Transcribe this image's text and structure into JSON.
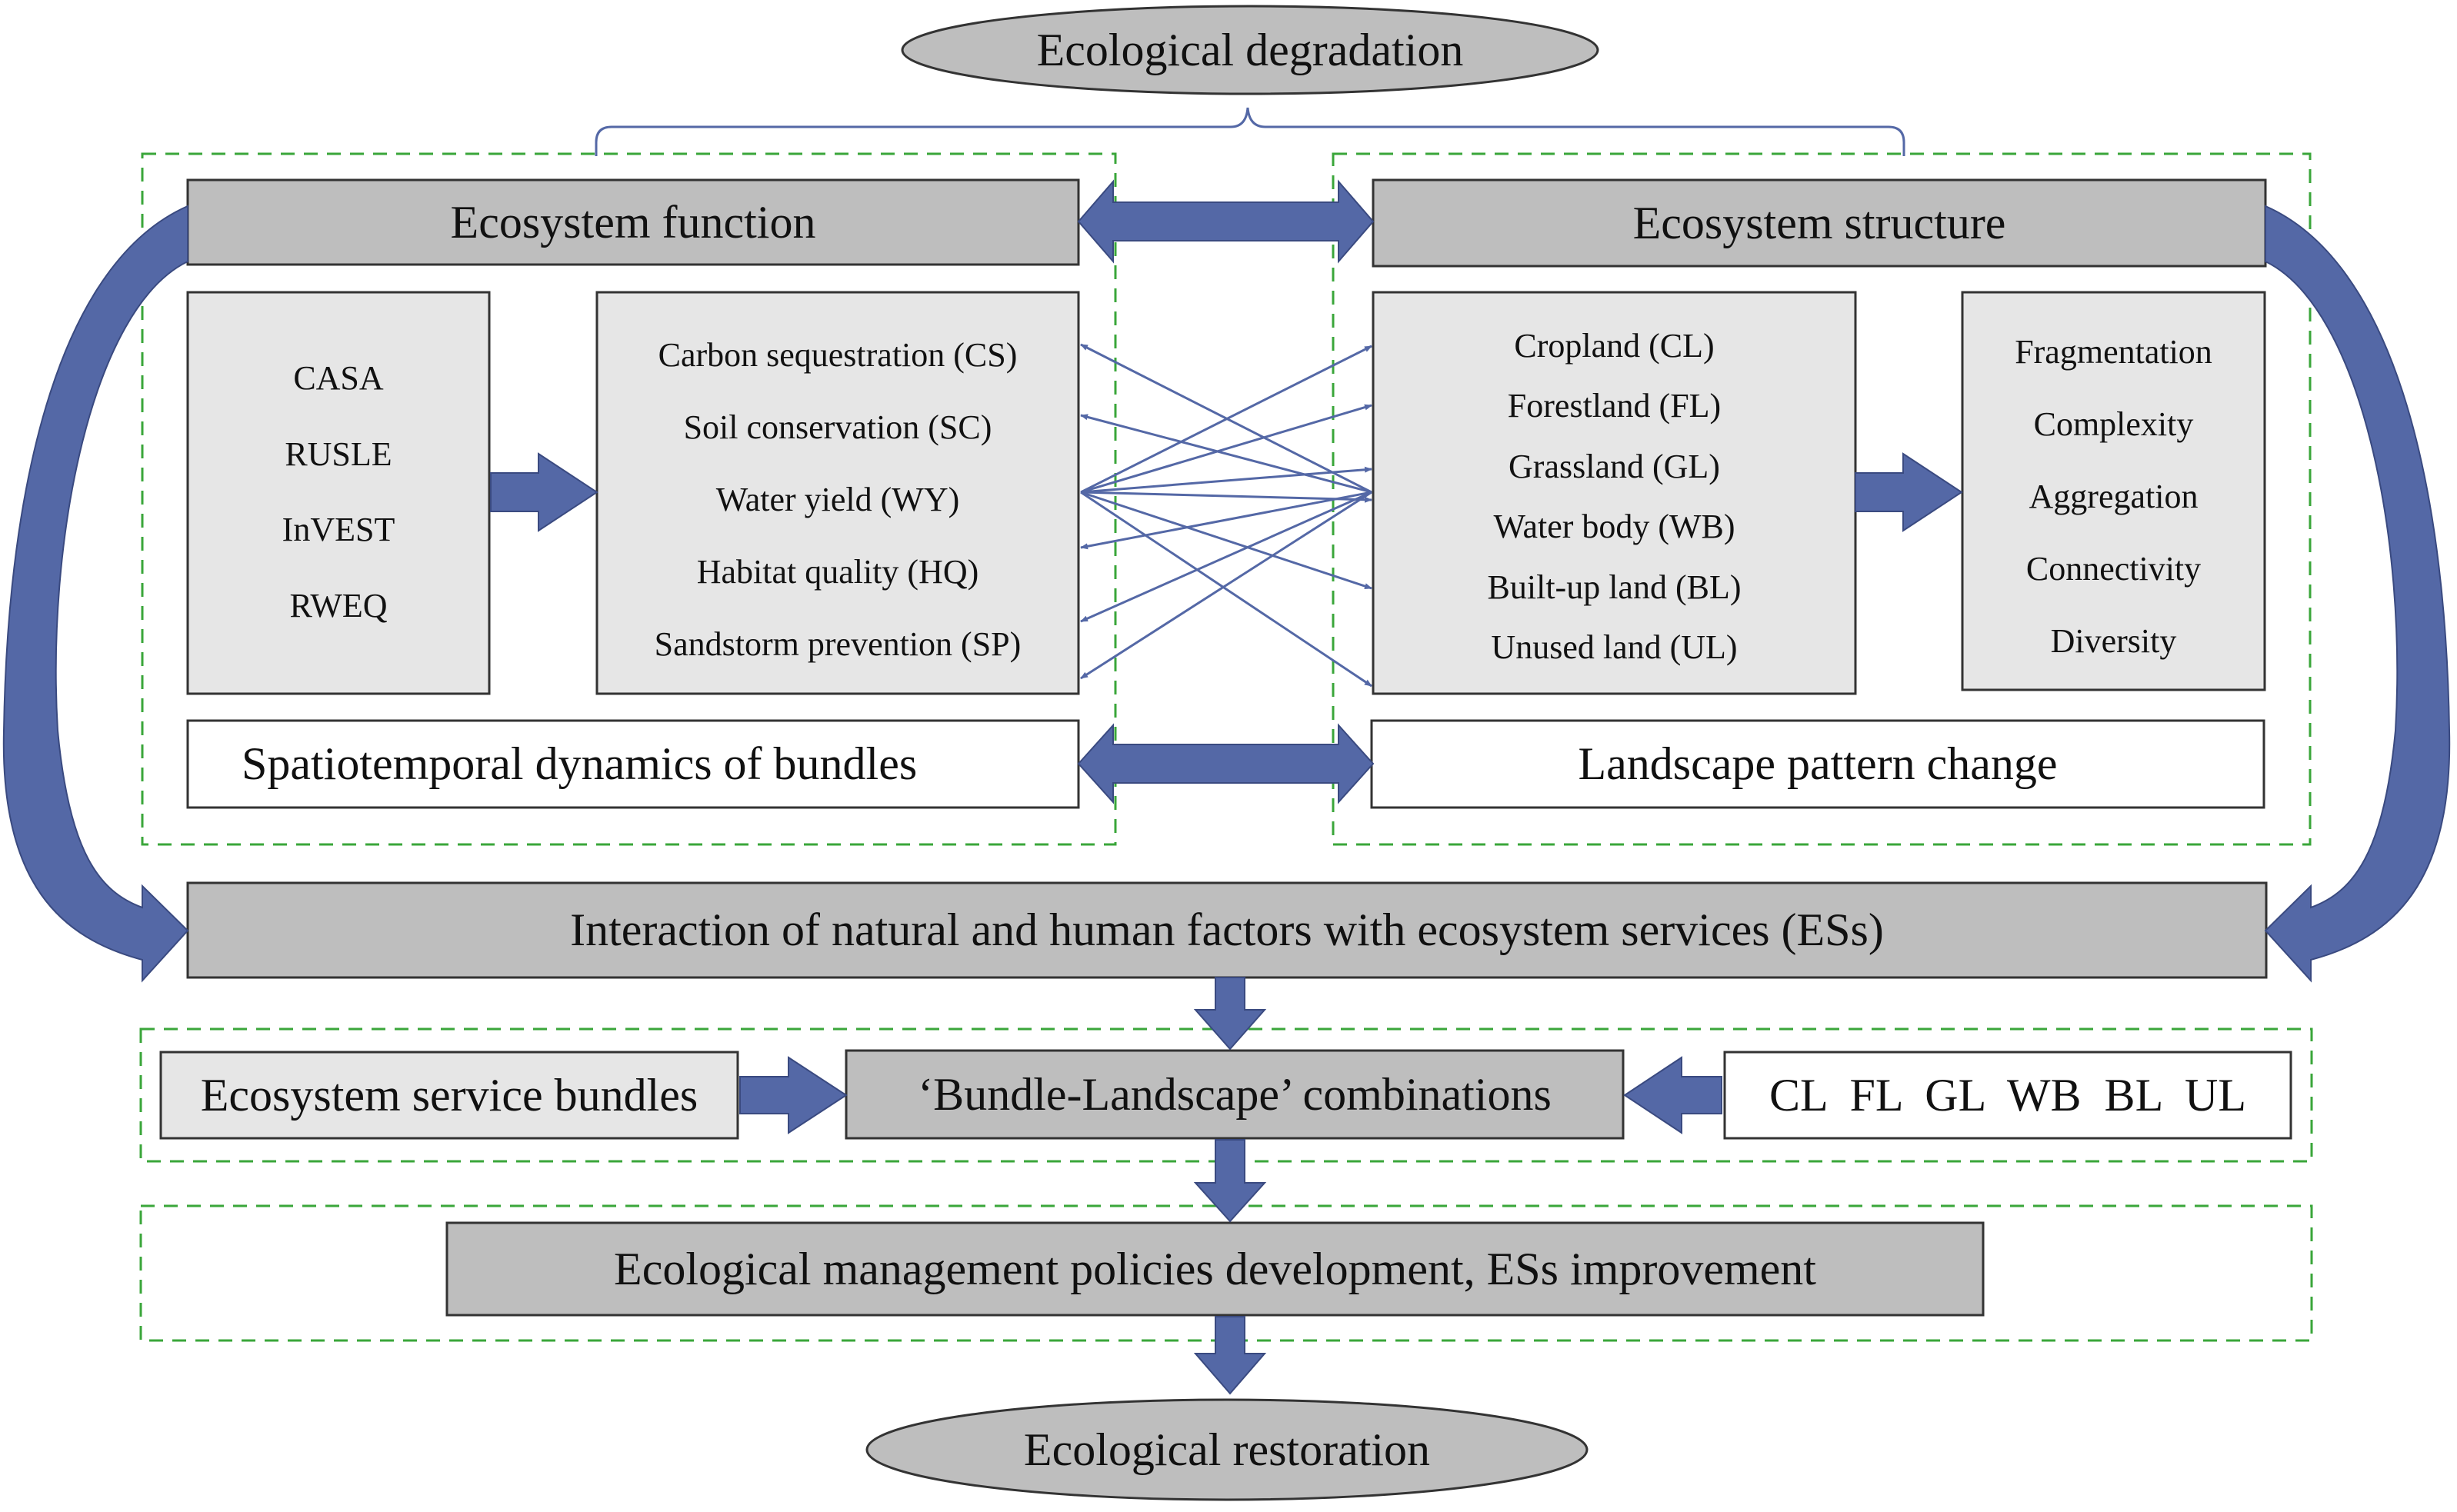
{
  "top_node": "Ecological degradation",
  "bottom_node": "Ecological restoration",
  "ecosystem_function": {
    "title": "Ecosystem function",
    "models": [
      "CASA",
      "RUSLE",
      "InVEST",
      "RWEQ"
    ],
    "services": [
      "Carbon sequestration (CS)",
      "Soil conservation (SC)",
      "Water yield (WY)",
      "Habitat quality (HQ)",
      "Sandstorm prevention (SP)"
    ],
    "dynamics": "Spatiotemporal dynamics of bundles"
  },
  "ecosystem_structure": {
    "title": "Ecosystem structure",
    "land_types": [
      "Cropland (CL)",
      "Forestland (FL)",
      "Grassland (GL)",
      "Water body (WB)",
      "Built-up land (BL)",
      "Unused land (UL)"
    ],
    "metrics": [
      "Fragmentation",
      "Complexity",
      "Aggregation",
      "Connectivity",
      "Diversity"
    ],
    "pattern": "Landscape pattern change"
  },
  "interaction": "Interaction of natural and human factors with ecosystem services (ESs)",
  "combination_row": {
    "bundles": "Ecosystem service bundles",
    "combinations": "‘Bundle-Landscape’ combinations",
    "codes": "CL  FL  GL  WB  BL  UL"
  },
  "policy": "Ecological management policies development, ESs improvement",
  "colors": {
    "arrow": "#5468a6",
    "box_dark": "#bebebe",
    "box_light": "#e6e6e6",
    "dashed": "#3aa63a",
    "border": "#333333"
  }
}
